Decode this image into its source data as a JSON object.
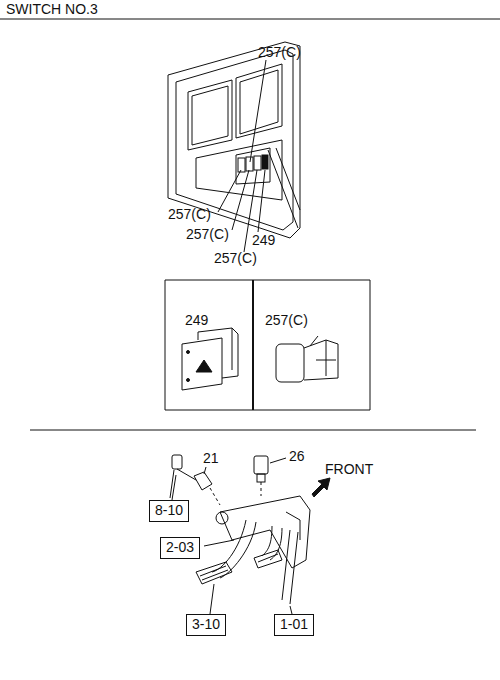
{
  "diagram": {
    "title": "SWITCH NO.3",
    "nodes": [
      {
        "text": [
          "249"
        ]
      },
      {
        "text": [
          "257(C)"
        ]
      },
      {
        "text": [
          "8-10"
        ]
      },
      {
        "text": [
          "2-03"
        ]
      },
      {
        "text": [
          "3-10"
        ]
      },
      {
        "text": [
          "1-01"
        ]
      }
    ],
    "labels": [
      "257(C)",
      "257(C)",
      "257(C)",
      "249",
      "257(C)",
      "21",
      "26",
      "FRONT"
    ]
  }
}
